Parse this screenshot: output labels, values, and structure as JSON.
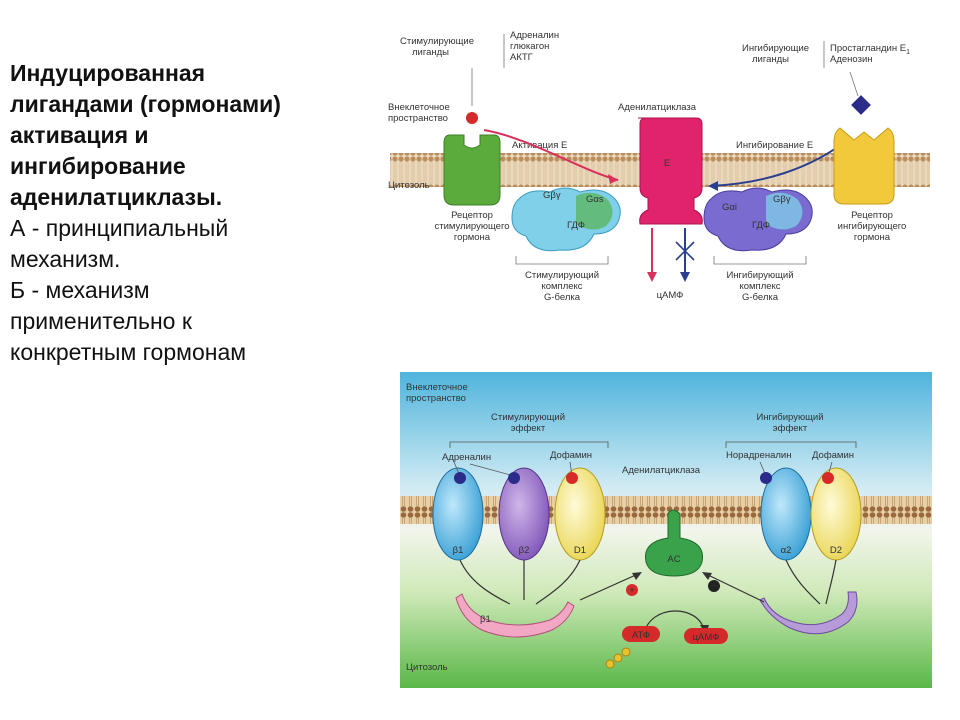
{
  "text": {
    "title_lines": [
      "Индуцированная",
      "лигандами (гормонами)",
      "активация и",
      "ингибирование",
      "аденилатциклазы."
    ],
    "a_lines": [
      "А - принципиальный",
      "механизм."
    ],
    "b_lines": [
      "Б - механизм",
      "применительно к",
      "конкретным гормонам"
    ]
  },
  "diagram_a": {
    "stim_ligands": [
      "Стимулирующие",
      "лиганды"
    ],
    "stim_hormones": [
      "Адреналин",
      "глюкагон",
      "АКТГ"
    ],
    "extracellular": [
      "Внеклеточное",
      "пространство"
    ],
    "cytosol": "Цитозоль",
    "activation": "Активация Е",
    "adenylate_cyclase": "Аденилатциклаза",
    "enzyme_letter": "E",
    "inhibition": "Ингибирование Е",
    "inhib_ligands": [
      "Ингибирующие",
      "лиганды"
    ],
    "inhib_hormones": [
      "Простагландин E",
      "Аденозин"
    ],
    "inhib_hormone_sub": "1",
    "receptor_stim": [
      "Рецептор",
      "стимулирующего",
      "гормона"
    ],
    "receptor_inhib": [
      "Рецептор",
      "ингибирующего",
      "гормона"
    ],
    "gdp": "ГДФ",
    "g_alpha_s": "Gαs",
    "g_alpha_i": "Gαi",
    "g_beta_gamma": "Gβγ",
    "stim_complex": [
      "Стимулирующий",
      "комплекс",
      "G-белка"
    ],
    "inhib_complex": [
      "Ингибирующий",
      "комплекс",
      "G-белка"
    ],
    "camp": "цАМФ"
  },
  "diagram_b": {
    "extracellular": [
      "Внеклеточное",
      "пространство"
    ],
    "stim_effect": [
      "Стимулирующий",
      "эффект"
    ],
    "inhib_effect": [
      "Ингибирующий",
      "эффект"
    ],
    "adrenaline": "Адреналин",
    "dopamine": "Дофамин",
    "noradrenaline": "Норадреналин",
    "adenylate_cyclase": "Аденилатциклаза",
    "ac": "AC",
    "receptors": [
      "β1",
      "β2",
      "D1",
      "α2",
      "D2"
    ],
    "atp": "АТФ",
    "camp": "цАМФ",
    "plus": "+",
    "minus": "−",
    "cytosol": "Цитозоль"
  },
  "colors": {
    "membrane": "#c9a57a",
    "green_receptor": "#5aab3c",
    "pink_enzyme": "#e0236b",
    "yellow_receptor": "#f2c93a",
    "g_protein_stim": "#7fd0e8",
    "g_protein_inhib": "#7a6bd0"
  }
}
